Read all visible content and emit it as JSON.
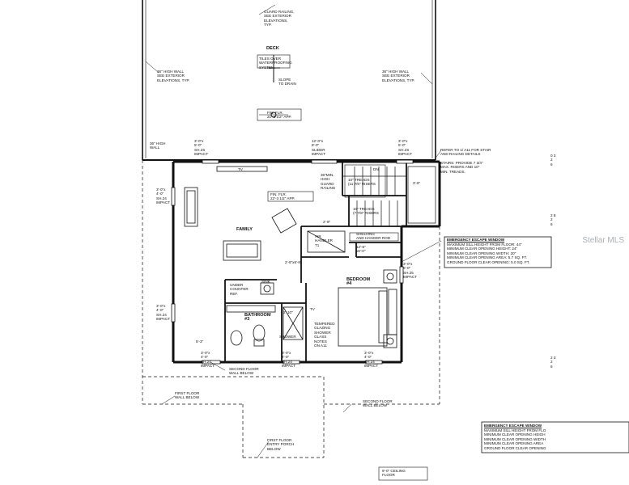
{
  "labels": {
    "guard_railing": "GUARD RAILING,\nSEE EXTERIOR\nELEVATIONS,\nTYP.",
    "deck": "DECK",
    "tiles": "TILES OVER\nWATERPROOFING\nSYSTEM.",
    "slope": "SLOPE\nTO DRAIN",
    "wall_left": "36\" HIGH WALL\nSEE EXTERIOR\nELEVATIONS, TYP.",
    "wall_right": "36\" HIGH WALL\nSEE EXTERIOR\nELEVATIONS, TYP.",
    "fin_flr_deck": "FIN. FLR.\n21'-3 1/2\" APP.",
    "high_wall_36": "36\" HIGH\nWALL",
    "win_top_left": "3'-0\"x\n5'-0\"\nSH.2S\nIMPACT",
    "slider": "12'-0\"x\n8'-0\"\nSLIDER\nIMPACT",
    "win_top_right": "3'-0\"x\n5'-0\"\nSH.2S\nIMPACT",
    "stair_ref": "REFER TO 1/ A11 FOR STAIR\nAND RAILING DETAILS",
    "stairs_note": "STAIRS: PROVIDE 7 3/4\"\nMAX. RISERS AND 10\"\nMIN. TREADS.",
    "tv_top": "TV",
    "guard_36": "36\"MIN.\nHIGH\nGUARD\nRAILING",
    "dn": "DN.",
    "treads_top": "10\" TREADS\n(11 7/8\" RISERS",
    "treads_bot": "10\" TREADS\n(7 7/8\" RISERS",
    "up": "UP",
    "dim_3_6": "3'-6\"",
    "fin_flr_family": "FIN. FLR.\n22'-3 1/2\" APP.",
    "win_family_left": "3'-0\"x\n4'-0\"\nSH.24\nIMPACT",
    "family": "FAMILY",
    "dim_2_8": "2'-8\"",
    "air_handler": "AIR\nHANDLER\nT1",
    "shelving": "SHELVING\nAND HANGER ROD",
    "dim_12_6": "12'-6\"\nx8'-0\"",
    "emergency_title": "EMERGENCY ESCAPE WINDOW",
    "emergency_body": "MAXIMUM SILL HEIGHT FROM FLOOR: 44\"\nMINIMUM CLEAR OPENING HEIGHT: 24\"\nMINIMUM CLEAR OPENING WIDTH: 20\"\nMINIMUM CLEAR OPENING AREA: 5.7 SQ. FT.\nGROUND FLOOR CLEAR OPENING: 5.0 SQ. FT.",
    "win_bedroom_right": "3'-0\"x\n5'-0\"\nSH.25\nIMPACT",
    "door_2_6": "2'-6\"x6'-8\"",
    "sink": "SINK",
    "under_counter": "UNDER\nCOUNTER\nREF.",
    "bedroom": "BEDROOM\n#4",
    "tv_bedroom": "TV",
    "bathroom": "BATHROOM\n#3",
    "dim_2_10": "2'-10\"",
    "shower": "SHOWER",
    "tempered": "TEMPERED\nGLAZING\nSHOWER\nGLASS\nNOTES\nON A11",
    "win_left_lower": "3'-0\"x\n4'-0\"\nSH.24\nIMPACT",
    "dim_5_3": "5'-3\"",
    "win_bottom_1": "3'-0\"x\n4'-0\"\nSH.24\nIMPACT",
    "win_bottom_2": "3'-0\"x\n4'-0\"\nSH.24\nIMPACT",
    "win_bottom_3": "3'-0\"x\n4'-0\"\nSH.24\nIMPACT",
    "second_floor_wall_1": "SECOND FLOOR\nWALL BELOW",
    "first_floor_wall": "FIRST FLOOR\nWALL BELOW",
    "second_floor_wall_2": "SECOND FLOOR\nWALL BELOW",
    "first_floor_porch": "FIRST FLOOR\nENTRY PORCH\nBELOW",
    "emergency2_title": "EMERGENCY ESCAPE WINDOW",
    "emergency2_body": "MAXIMUM SILL HEIGHT FROM FLO\nMINIMUM CLEAR OPENING HEIGH\nMINIMUM CLEAR OPENING WIDTH\nMINIMUM CLEAR OPENING AREA\nGROUND FLOOR CLEAR OPENING",
    "ceiling": "9'-0\" CEILING\nFLOOR",
    "margin_1": "0 3\n2\n6",
    "margin_2": "2 8\n2\n6",
    "margin_3": "2 3\n2\n6"
  },
  "watermark": "Stellar MLS"
}
